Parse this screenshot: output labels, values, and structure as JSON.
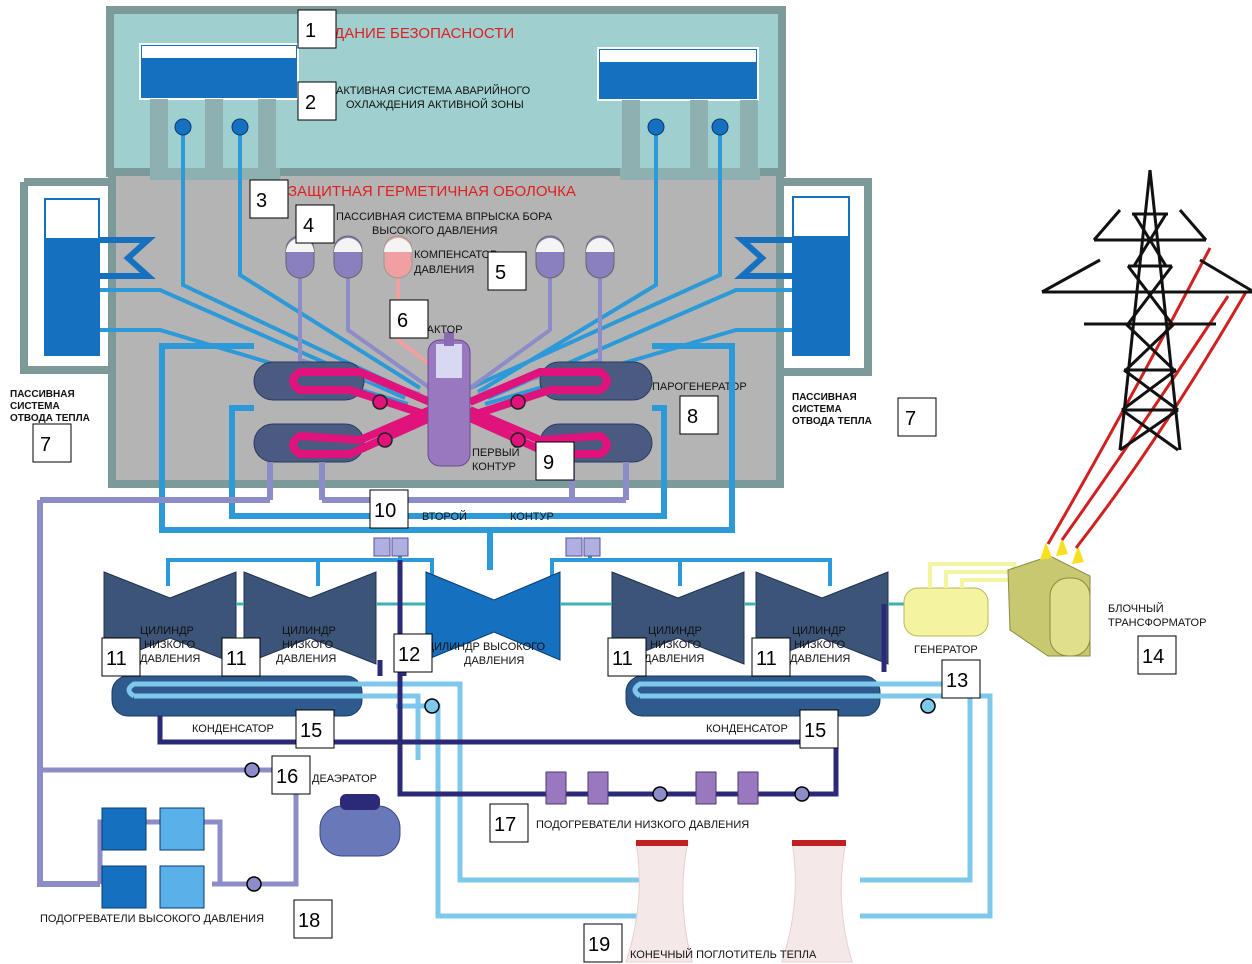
{
  "title_building": "ЗДАНИЕ БЕЗОПАСНОСТИ",
  "eccs": [
    "АКТИВНАЯ СИСТЕМА АВАРИЙНОГО",
    "ОХЛАЖДЕНИЯ АКТИВНОЙ ЗОНЫ"
  ],
  "containment": "ЗАЩИТНАЯ ГЕРМЕТИЧНАЯ ОБОЛОЧКА",
  "boron": [
    "ПАССИВНАЯ СИСТЕМА ВПРЫСКА БОРА",
    "ВЫСОКОГО ДАВЛЕНИЯ"
  ],
  "pressurizer": [
    "КОМПЕНСАТОР",
    "ДАВЛЕНИЯ"
  ],
  "reactor": "РЕАКТОР",
  "steam_generator": "ПАРОГЕНЕРАТОР",
  "primary_loop": [
    "ПЕРВЫЙ",
    "КОНТУР"
  ],
  "phrs": [
    "ПАССИВНАЯ",
    "СИСТЕМА",
    "ОТВОДА ТЕПЛА"
  ],
  "secondary": [
    "ВТОРОЙ",
    "КОНТУР"
  ],
  "lp_cylinder": [
    "ЦИЛИНДР",
    "НИЗКОГО",
    "ДАВЛЕНИЯ"
  ],
  "hp_cylinder": [
    "ЦИЛИНДР ВЫСОКОГО",
    "ДАВЛЕНИЯ"
  ],
  "generator": "ГЕНЕРАТОР",
  "transformer": [
    "БЛОЧНЫЙ",
    "ТРАНСФОРМАТОР"
  ],
  "condenser": "КОНДЕНСАТОР",
  "deaerator": "ДЕАЭРАТОР",
  "lp_heaters": "ПОДОГРЕВАТЕЛИ НИЗКОГО ДАВЛЕНИЯ",
  "hp_heaters": "ПОДОГРЕВАТЕЛИ ВЫСОКОГО ДАВЛЕНИЯ",
  "heat_sink": "КОНЕЧНЫЙ ПОГЛОТИТЕЛЬ ТЕПЛА",
  "numbers": [
    "1",
    "2",
    "3",
    "4",
    "5",
    "6",
    "7",
    "8",
    "9",
    "10",
    "11",
    "12",
    "13",
    "14",
    "15",
    "16",
    "17",
    "18",
    "19"
  ],
  "colors": {
    "building_fill": "#9fcfcf",
    "building_stroke": "#7d9a9a",
    "containment_fill": "#b4b4b4",
    "tank_blue": "#1670c0",
    "steam_pipe": "#2c9ad8",
    "primary_pink": "#e0127c",
    "feed_purple": "#8c8cc8",
    "dark_navy": "#2a2a78",
    "cooling_light": "#7ec8ec",
    "power_red": "#d02020",
    "turbine": "#3c5478",
    "generator_yellow": "#f4f4a0"
  }
}
